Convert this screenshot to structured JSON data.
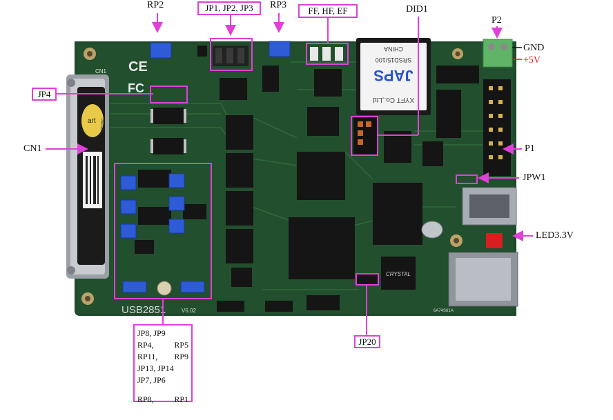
{
  "board": {
    "silk_cn1": "CN1",
    "silk_ce": "CE",
    "silk_fc": "FC",
    "silk_model": "USB2851",
    "silk_version": "V6.02",
    "silk_sticker_art": "art",
    "silk_sticker_passed": "PASSED",
    "silk_bottom_code": "6A74S61A",
    "dcdc_brand": "JAPS",
    "dcdc_model": "SRSD15/100",
    "dcdc_country": "CHINA",
    "dcdc_company": "XYFT Co.,Ltd",
    "chip_brand": "CRYSTAL",
    "colors": {
      "pcb": "#1f4a2c",
      "annotation": "#e040d8",
      "red_label": "#e0201a"
    }
  },
  "labels": {
    "rp2": "RP2",
    "jp123": "JP1, JP2, JP3",
    "rp3": "RP3",
    "ffhfef": "FF, HF, EF",
    "did1": "DID1",
    "p2": "P2",
    "gnd": "GND",
    "plus5v": "+5V",
    "jp4": "JP4",
    "cn1": "CN1",
    "p1": "P1",
    "jpw1": "JPW1",
    "led33": "LED3.3V",
    "jp20": "JP20"
  },
  "legend": {
    "rows": [
      {
        "a": "JP8,  JP9",
        "b": ""
      },
      {
        "a": "RP4,",
        "b": "RP5"
      },
      {
        "a": "RP11,",
        "b": "RP9"
      },
      {
        "a": "JP13,  JP14",
        "b": ""
      },
      {
        "a": "JP7,  JP6",
        "b": ""
      },
      {
        "a": "",
        "b": ""
      },
      {
        "a": "RP8,",
        "b": "RP1"
      }
    ]
  }
}
